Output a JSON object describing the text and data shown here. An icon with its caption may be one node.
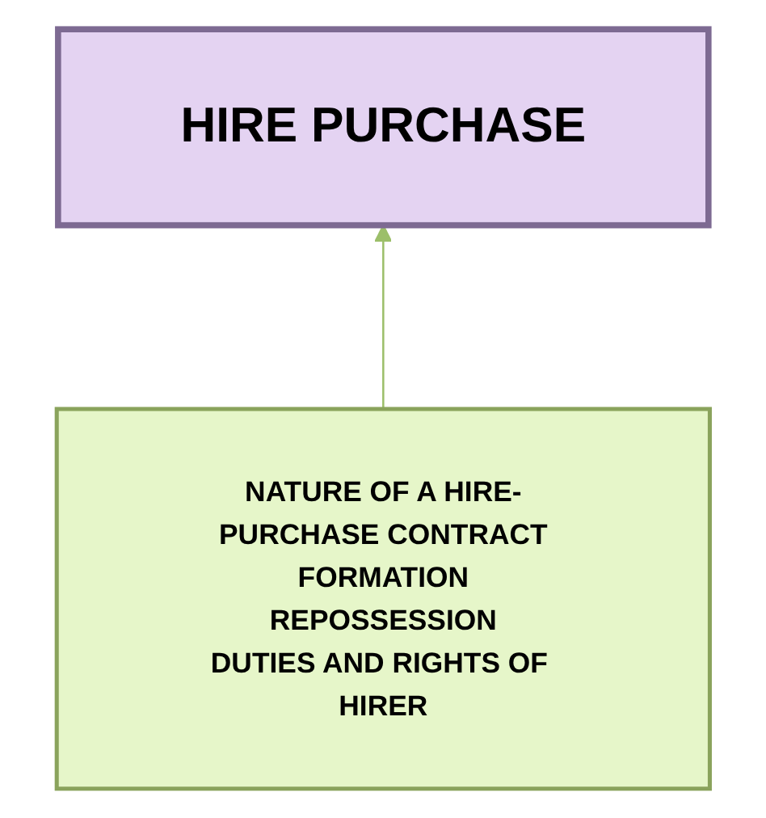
{
  "diagram": {
    "nodes": [
      {
        "text": [
          "HIRE PURCHASE"
        ]
      },
      {
        "text": [
          "NATURE OF A HIRE-PURCHASE CONTRACT",
          "FORMATION",
          "REPOSSESSION",
          "DUTIES AND RIGHTS OF HIRER"
        ]
      }
    ],
    "edges": [
      {
        "from": 1,
        "to": 0,
        "arrow": "to"
      }
    ]
  }
}
